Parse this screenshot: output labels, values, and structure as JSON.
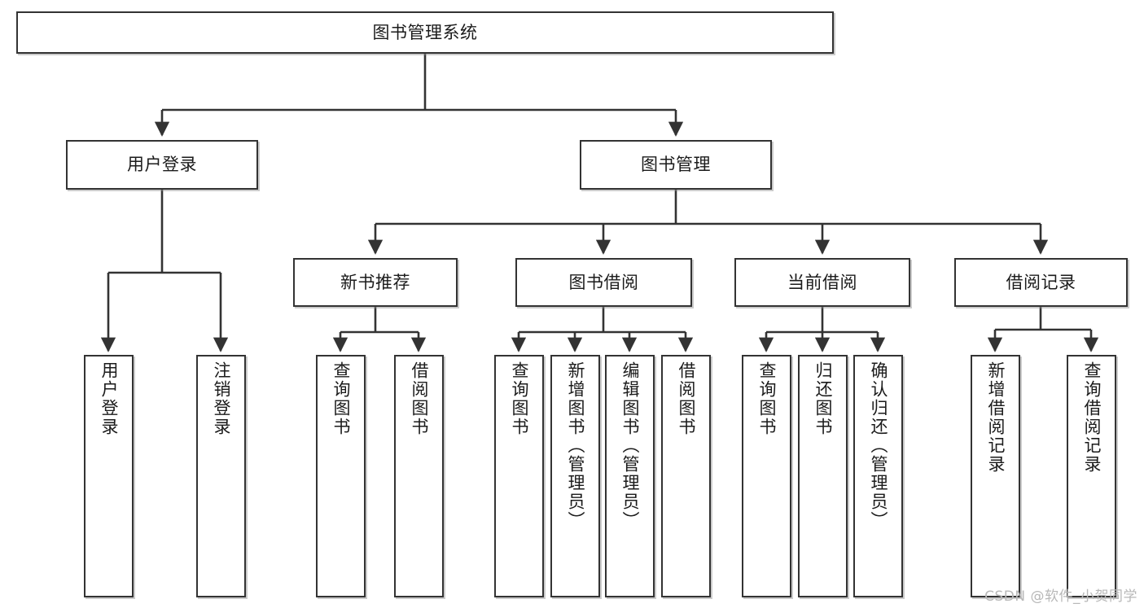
{
  "diagram": {
    "title": "图书管理系统",
    "type": "tree",
    "root": {
      "label": "图书管理系统"
    },
    "level1": [
      {
        "label": "用户登录"
      },
      {
        "label": "图书管理"
      }
    ],
    "level2": [
      {
        "label": "新书推荐"
      },
      {
        "label": "图书借阅"
      },
      {
        "label": "当前借阅"
      },
      {
        "label": "借阅记录"
      }
    ],
    "leaves": {
      "user_login": [
        {
          "label": "用户登录"
        },
        {
          "label": "注销登录"
        }
      ],
      "new_book_recommend": [
        {
          "label": "查询图书"
        },
        {
          "label": "借阅图书"
        }
      ],
      "book_borrow": [
        {
          "label": "查询图书"
        },
        {
          "label": "新增图书（管理员）"
        },
        {
          "label": "编辑图书（管理员）"
        },
        {
          "label": "借阅图书"
        }
      ],
      "current_borrow": [
        {
          "label": "查询图书"
        },
        {
          "label": "归还图书"
        },
        {
          "label": "确认归还（管理员）"
        }
      ],
      "borrow_record": [
        {
          "label": "新增借阅记录"
        },
        {
          "label": "查询借阅记录"
        }
      ]
    }
  },
  "watermark": {
    "text": "CSDN @软件_小贺同学"
  },
  "colors": {
    "stroke": "#333333",
    "text": "#1b1b1b",
    "background": "#ffffff",
    "watermark": "#b8b8b8"
  }
}
